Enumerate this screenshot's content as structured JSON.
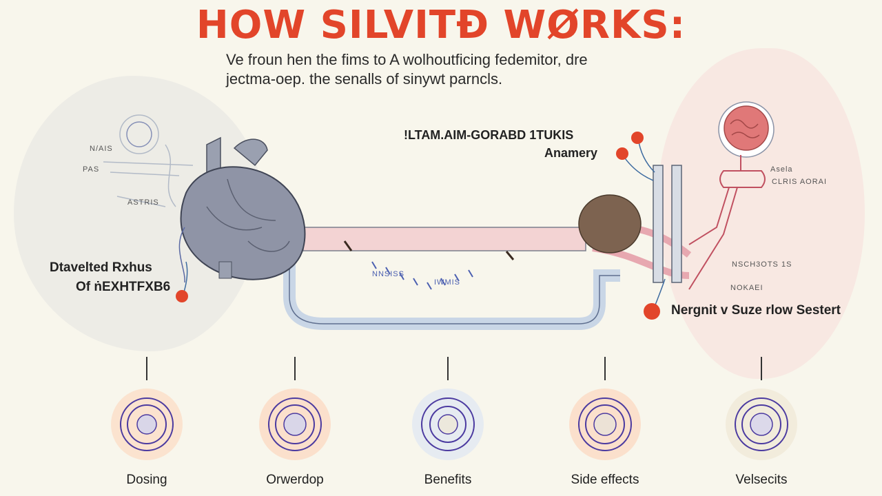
{
  "title": "HOW SILVITÐ WØRKS:",
  "subtitle": {
    "line1": "Ve froun hen the fims to A wolhoutficing fedemitor, dre",
    "line2": "jectma-oep. the senalls of sinywt parncls."
  },
  "callouts": {
    "top_center_line1": "!LTAM.AIM-GORABD 1TUKIS",
    "top_center_line2": "Anamery",
    "left_line1": "Dtavelted Rxhus",
    "left_line2": "Of ṅEXHTFXB6",
    "right": "Nergnit v Suze rlow Sestert"
  },
  "small_labels": {
    "left_a": "N/AIS",
    "left_b": "PAS",
    "left_c": "ASTRIS",
    "right_a": "Asela",
    "right_b": "CLRIS AORAI",
    "right_c": "NSCH3OTS 1S",
    "right_d": "NOKAEI",
    "mid_a": "NNSISS",
    "mid_b": "IWMIS"
  },
  "stages": [
    {
      "label": "Dosing",
      "icon": "coil-icon",
      "tone": "#fbe3cf"
    },
    {
      "label": "Orwerdop",
      "icon": "coil-icon",
      "tone": "#fbe0cc"
    },
    {
      "label": "Benefits",
      "icon": "coil-icon",
      "tone": "#e6ebf1"
    },
    {
      "label": "Side effects",
      "icon": "coil-icon",
      "tone": "#fbe0cc"
    },
    {
      "label": "Velsecits",
      "icon": "coil-icon",
      "tone": "#f2ecdc"
    }
  ],
  "colors": {
    "accent": "#e2452a",
    "heart": "#8f94a6",
    "vessel": "#f3d3d3",
    "tube": "#c9d6e6",
    "coil": "#4b3aa0",
    "organ": "#7d6350"
  }
}
